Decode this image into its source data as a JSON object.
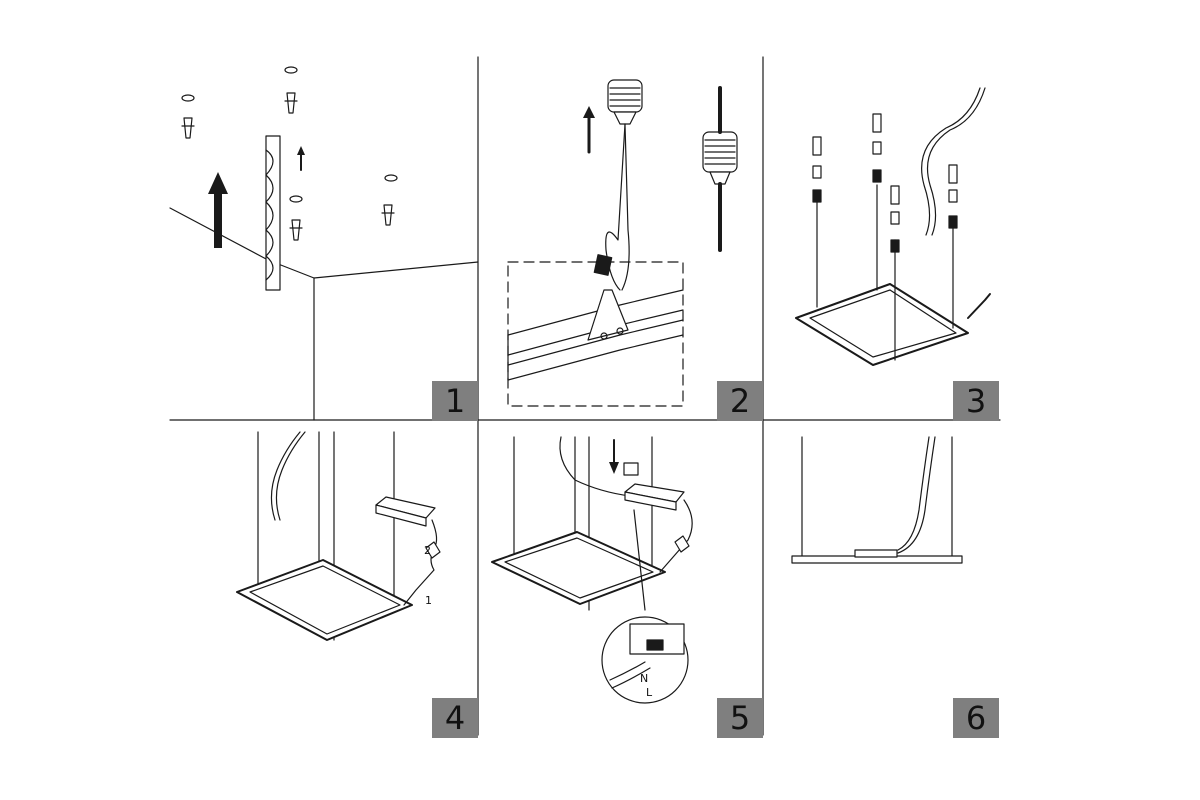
{
  "steps": [
    {
      "number": "1"
    },
    {
      "number": "2"
    },
    {
      "number": "3"
    },
    {
      "number": "4"
    },
    {
      "number": "5"
    },
    {
      "number": "6"
    }
  ],
  "step4_labels": {
    "first": "1",
    "second": "2"
  },
  "step5_labels": {
    "neutral": "N",
    "live": "L"
  },
  "colors": {
    "line": "#1a1a1a",
    "badge": "#7f7f7f",
    "background": "#ffffff"
  }
}
